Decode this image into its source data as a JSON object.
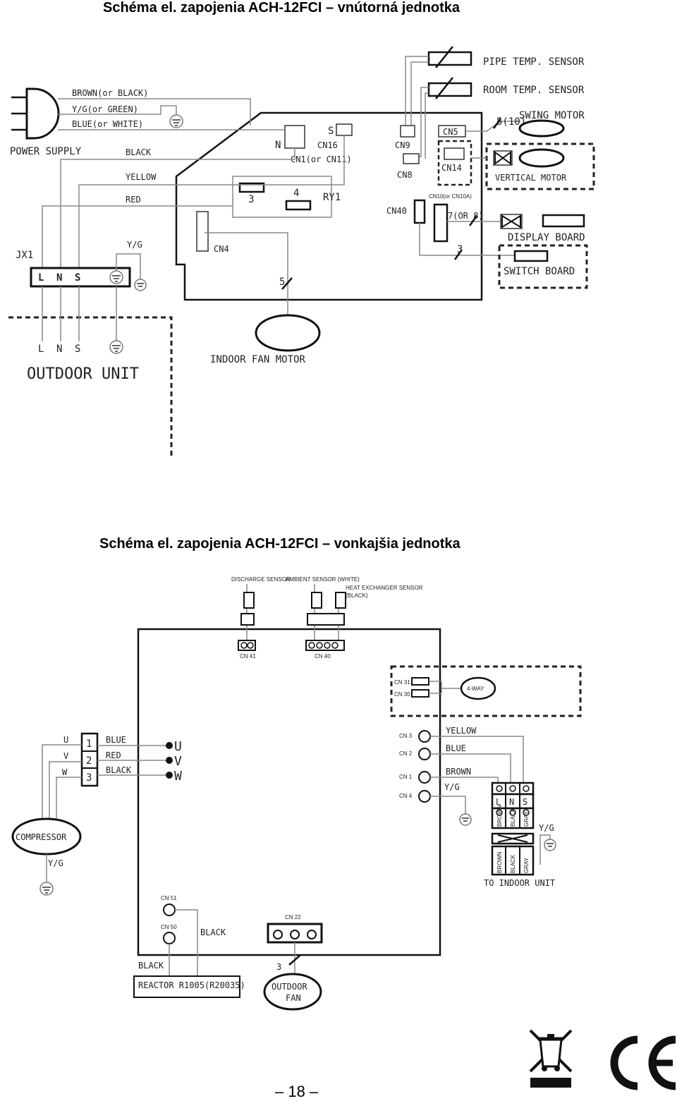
{
  "indoor": {
    "title": "Schéma el. zapojenia ACH-12FCI – vnútorná jednotka",
    "labels": {
      "pipe_sensor": "PIPE TEMP. SENSOR",
      "room_sensor": "ROOM TEMP. SENSOR",
      "swing_motor": "SWING MOTOR",
      "swing_count": "5(10)",
      "vertical_motor": "VERTICAL MOTOR",
      "display_board": "DISPLAY BOARD",
      "switch_board": "SWITCH BOARD",
      "power_supply": "POWER SUPPLY",
      "brown": "BROWN(or BLACK)",
      "yg_green": "Y/G(or GREEN)",
      "blue_white": "BLUE(or WHITE)",
      "black": "BLACK",
      "yellow": "YELLOW",
      "red": "RED",
      "yg": "Y/G",
      "jx1": "JX1",
      "l": "L",
      "n": "N",
      "s": "S",
      "cn1": "CN1(or CN11)",
      "cn16": "CN16",
      "cn9": "CN9",
      "cn8": "CN8",
      "cn5": "CN5",
      "cn14": "CN14",
      "cn10": "CN10(or CN10A)",
      "cn40": "CN40",
      "cn4": "CN4",
      "seven_or_eight": "7(OR 8)",
      "three": "3",
      "four": "4",
      "ry1": "RY1",
      "five": "5",
      "outdoor_unit": "OUTDOOR UNIT",
      "indoor_fan_motor": "INDOOR FAN MOTOR"
    }
  },
  "outdoor": {
    "title": "Schéma el. zapojenia ACH-12FCI – vonkajšia jednotka",
    "labels": {
      "discharge_sensor": "DISCHARGE SENSOR",
      "ambient_sensor": "AMBIENT SENSOR (WHITE)",
      "heat_exchanger_sensor": "HEAT EXCHANGER SENSOR",
      "heat_exchanger_color": "(BLACK)",
      "cn41": "CN 41",
      "cn40": "CN 40",
      "cn31": "CN 31",
      "cn30": "CN 30",
      "four_way": "4-WAY",
      "cn3": "CN 3",
      "cn2": "CN 2",
      "cn1": "CN 1",
      "cn4": "CN 4",
      "yellow": "YELLOW",
      "blue": "BLUE",
      "brown": "BROWN",
      "yg": "Y/G",
      "u": "U",
      "v": "V",
      "w": "W",
      "one": "1",
      "two": "2",
      "three": "3",
      "red": "RED",
      "black": "BLACK",
      "compressor": "COMPRESSOR",
      "l": "L",
      "n": "N",
      "s": "S",
      "t_brown": "BROWN",
      "t_black": "BLACK",
      "t_gray": "GRAY",
      "to_indoor": "TO INDOOR UNIT",
      "cn51": "CN 51",
      "cn50": "CN 50",
      "cn22": "CN 22",
      "reactor": "REACTOR R1005(R20035)",
      "outdoor": "OUTDOOR",
      "fan": "FAN"
    }
  },
  "footer": {
    "page_number": "– 18 –"
  }
}
